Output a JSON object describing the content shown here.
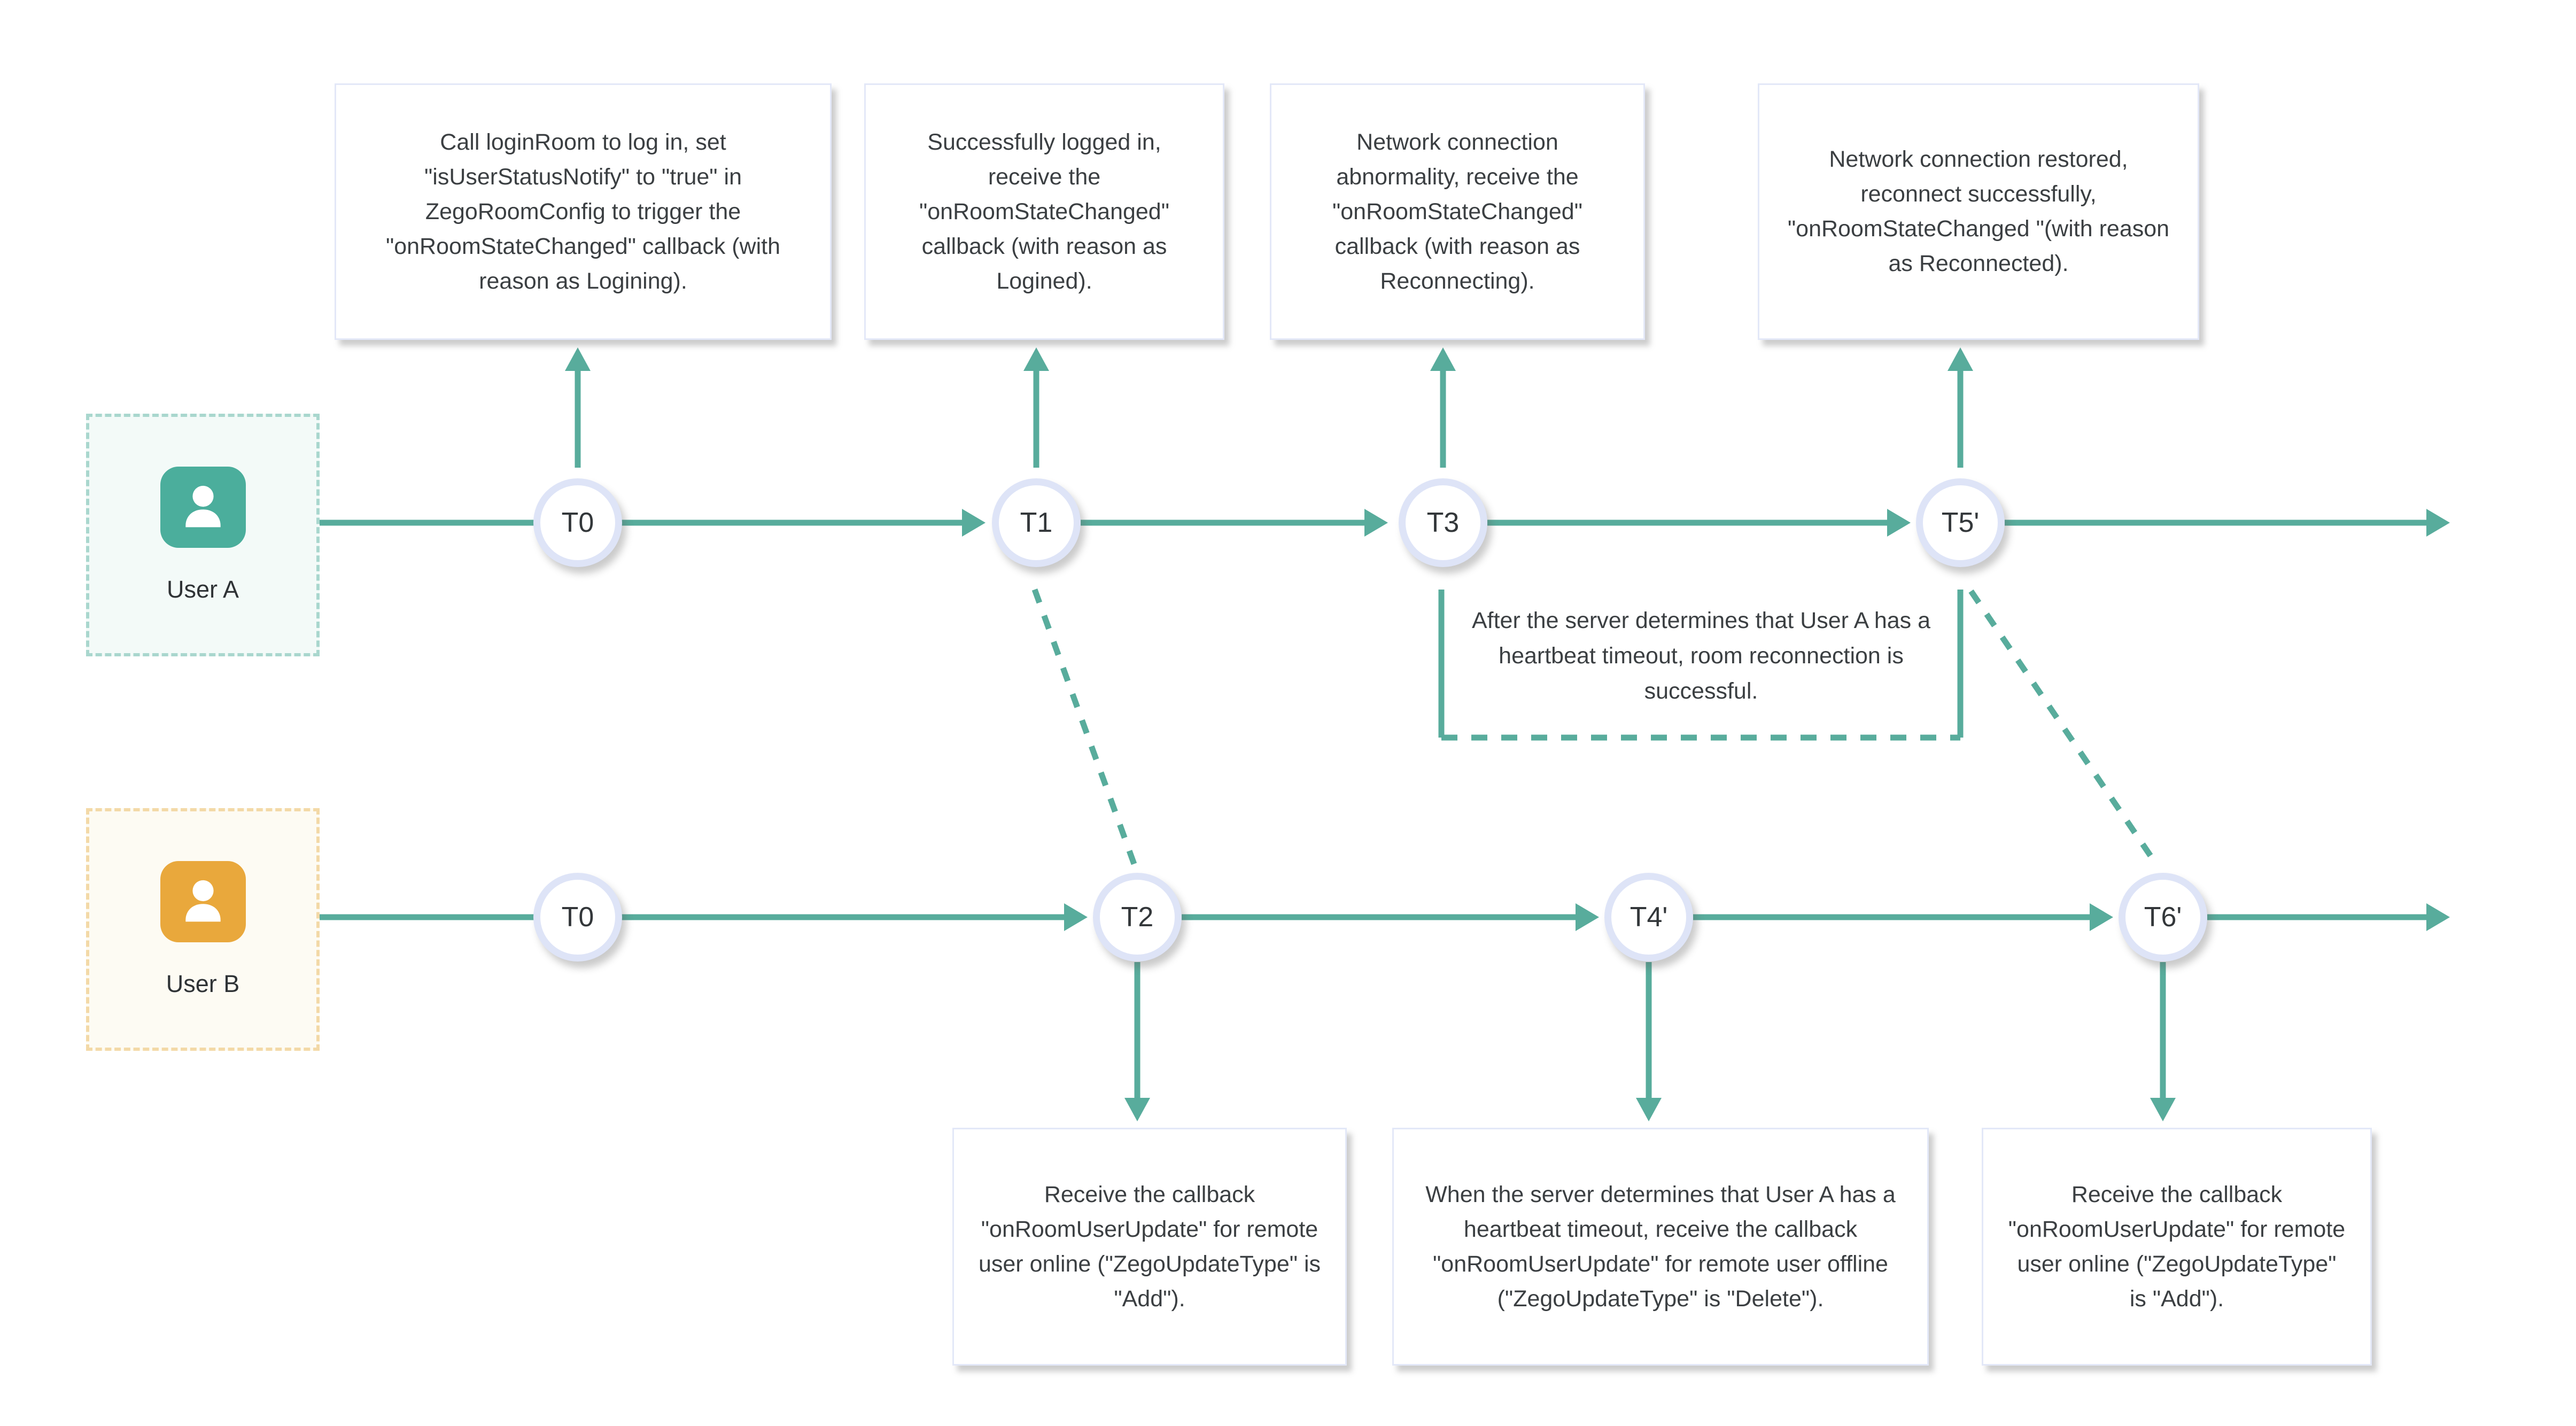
{
  "colors": {
    "timeline": "#58ac9c",
    "node_border": "#dee4f7",
    "callout_border": "#e3e8f8",
    "user_a_accent": "#4bae9c",
    "user_a_border": "#a9d7ce",
    "user_b_accent": "#e9a83c",
    "user_b_border": "#f3d9a7",
    "text": "#3b3f42"
  },
  "user_a": {
    "label": "User A",
    "icon": "person-icon"
  },
  "user_b": {
    "label": "User B",
    "icon": "person-icon"
  },
  "timeline_a": {
    "nodes": [
      "T0",
      "T1",
      "T3",
      "T5'"
    ],
    "callouts": [
      "Call loginRoom to log in, set \"isUserStatusNotify\" to \"true\" in ZegoRoomConfig to trigger the \"onRoomStateChanged\" callback (with reason as Logining).",
      "Successfully logged in, receive the \"onRoomStateChanged\" callback (with reason as Logined).",
      "Network connection abnormality, receive the \"onRoomStateChanged\" callback (with reason as Reconnecting).",
      "Network connection restored, reconnect successfully, \"onRoomStateChanged \"(with reason as Reconnected)."
    ]
  },
  "timeline_b": {
    "nodes": [
      "T0",
      "T2",
      "T4'",
      "T6'"
    ],
    "callouts": [
      "Receive the callback \"onRoomUserUpdate\" for remote user online (\"ZegoUpdateType\" is \"Add\").",
      "When the server determines that User A has a heartbeat timeout, receive the callback \"onRoomUserUpdate\" for remote user offline (\"ZegoUpdateType\" is \"Delete\").",
      "Receive the callback \"onRoomUserUpdate\" for remote user online (\"ZegoUpdateType\" is \"Add\")."
    ]
  },
  "annotation": "After the server determines that User A has a heartbeat timeout, room reconnection is successful."
}
